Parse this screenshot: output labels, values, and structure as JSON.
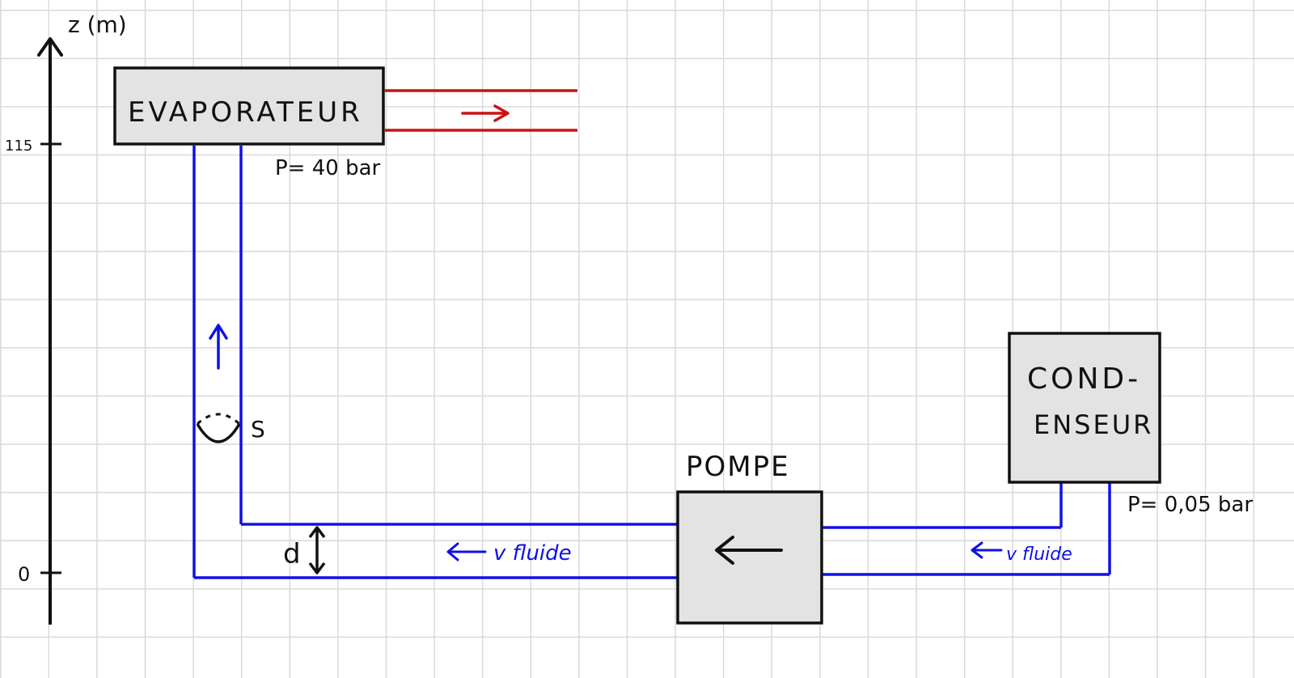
{
  "axis": {
    "label": "z (m)",
    "tick_top": "115",
    "tick_bottom": "0"
  },
  "components": {
    "evaporator": {
      "label": "EVAPORATEUR",
      "pressure": "P= 40 bar"
    },
    "condenser": {
      "label_line1": "COND-",
      "label_line2": "ENSEUR",
      "pressure": "P= 0,05 bar"
    },
    "pump": {
      "label": "POMPE"
    }
  },
  "annotations": {
    "section": "S",
    "diameter": "d",
    "velocity_left": "v fluide",
    "velocity_right": "v fluide"
  },
  "colors": {
    "pipe": "#1010e6",
    "exhaust": "#cc1111",
    "box_fill": "#e3e3e3",
    "ink": "#111111"
  }
}
